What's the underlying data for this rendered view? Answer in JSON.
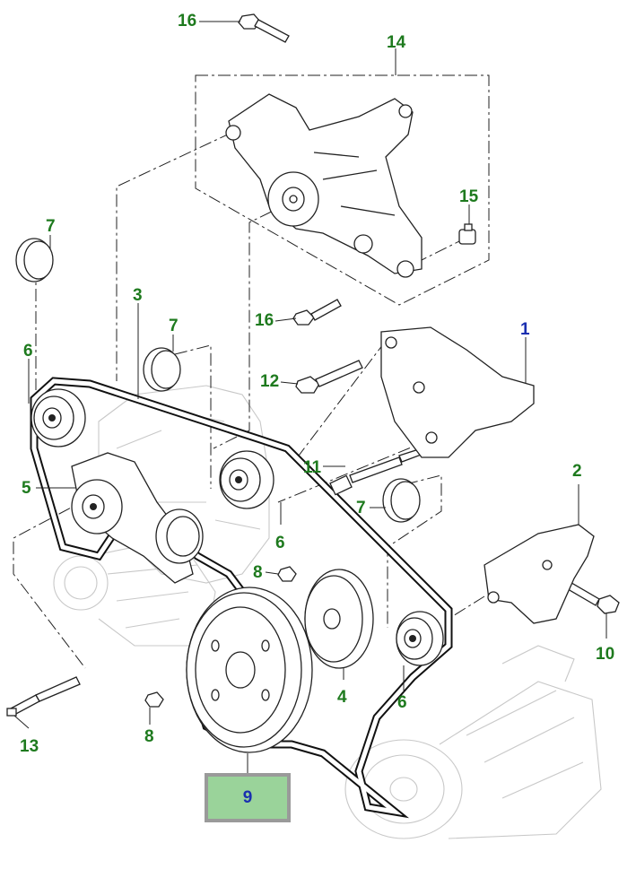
{
  "diagram": {
    "callouts": [
      {
        "id": "c16a",
        "text": "16",
        "color": "green"
      },
      {
        "id": "c14",
        "text": "14",
        "color": "green"
      },
      {
        "id": "c15",
        "text": "15",
        "color": "green"
      },
      {
        "id": "c7a",
        "text": "7",
        "color": "green"
      },
      {
        "id": "c3",
        "text": "3",
        "color": "green"
      },
      {
        "id": "c7b",
        "text": "7",
        "color": "green"
      },
      {
        "id": "c16b",
        "text": "16",
        "color": "green"
      },
      {
        "id": "c1",
        "text": "1",
        "color": "blue"
      },
      {
        "id": "c6a",
        "text": "6",
        "color": "green"
      },
      {
        "id": "c12",
        "text": "12",
        "color": "green"
      },
      {
        "id": "c11",
        "text": "11",
        "color": "green"
      },
      {
        "id": "c2",
        "text": "2",
        "color": "green"
      },
      {
        "id": "c5",
        "text": "5",
        "color": "green"
      },
      {
        "id": "c7c",
        "text": "7",
        "color": "green"
      },
      {
        "id": "c6b",
        "text": "6",
        "color": "green"
      },
      {
        "id": "c8a",
        "text": "8",
        "color": "green"
      },
      {
        "id": "c10",
        "text": "10",
        "color": "green"
      },
      {
        "id": "c4",
        "text": "4",
        "color": "green"
      },
      {
        "id": "c6c",
        "text": "6",
        "color": "green"
      },
      {
        "id": "c13",
        "text": "13",
        "color": "green"
      },
      {
        "id": "c8b",
        "text": "8",
        "color": "green"
      }
    ],
    "selected_part": {
      "text": "9"
    },
    "colors": {
      "green": "#1e7a1e",
      "blue": "#1a2fb0",
      "highlight": "#9ad39a",
      "frame": "#9a9a9a"
    }
  }
}
